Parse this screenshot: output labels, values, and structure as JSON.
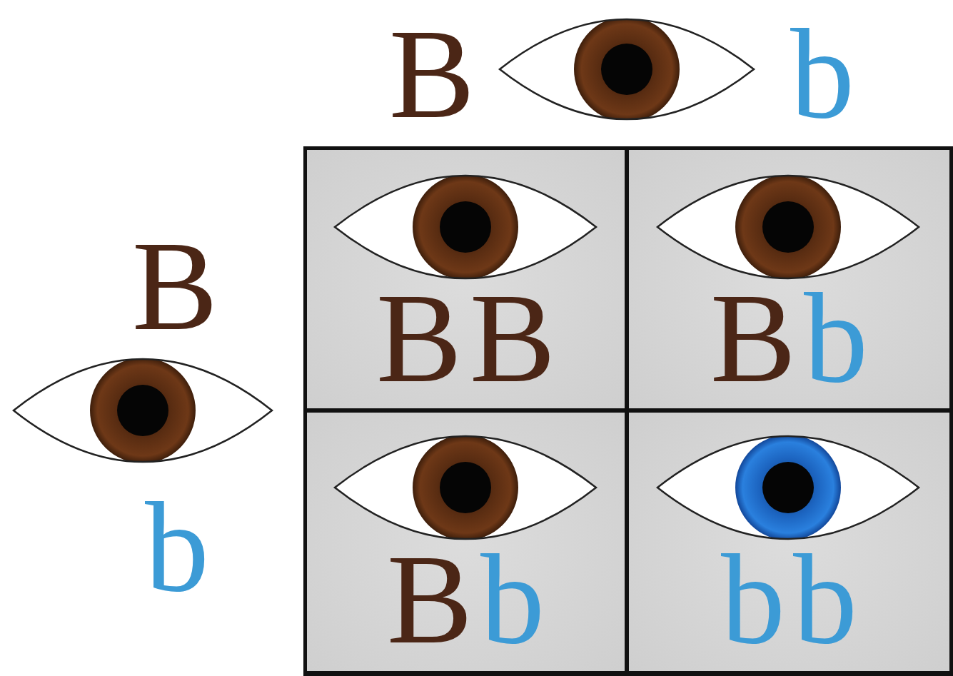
{
  "diagram": {
    "nodes": [
      {
        "text": [
          "BB"
        ]
      },
      {
        "text": [
          "Bb"
        ]
      },
      {
        "text": [
          "Bb"
        ]
      },
      {
        "text": [
          "bb"
        ]
      }
    ],
    "labels": [
      "B",
      "b",
      "B",
      "b"
    ]
  }
}
